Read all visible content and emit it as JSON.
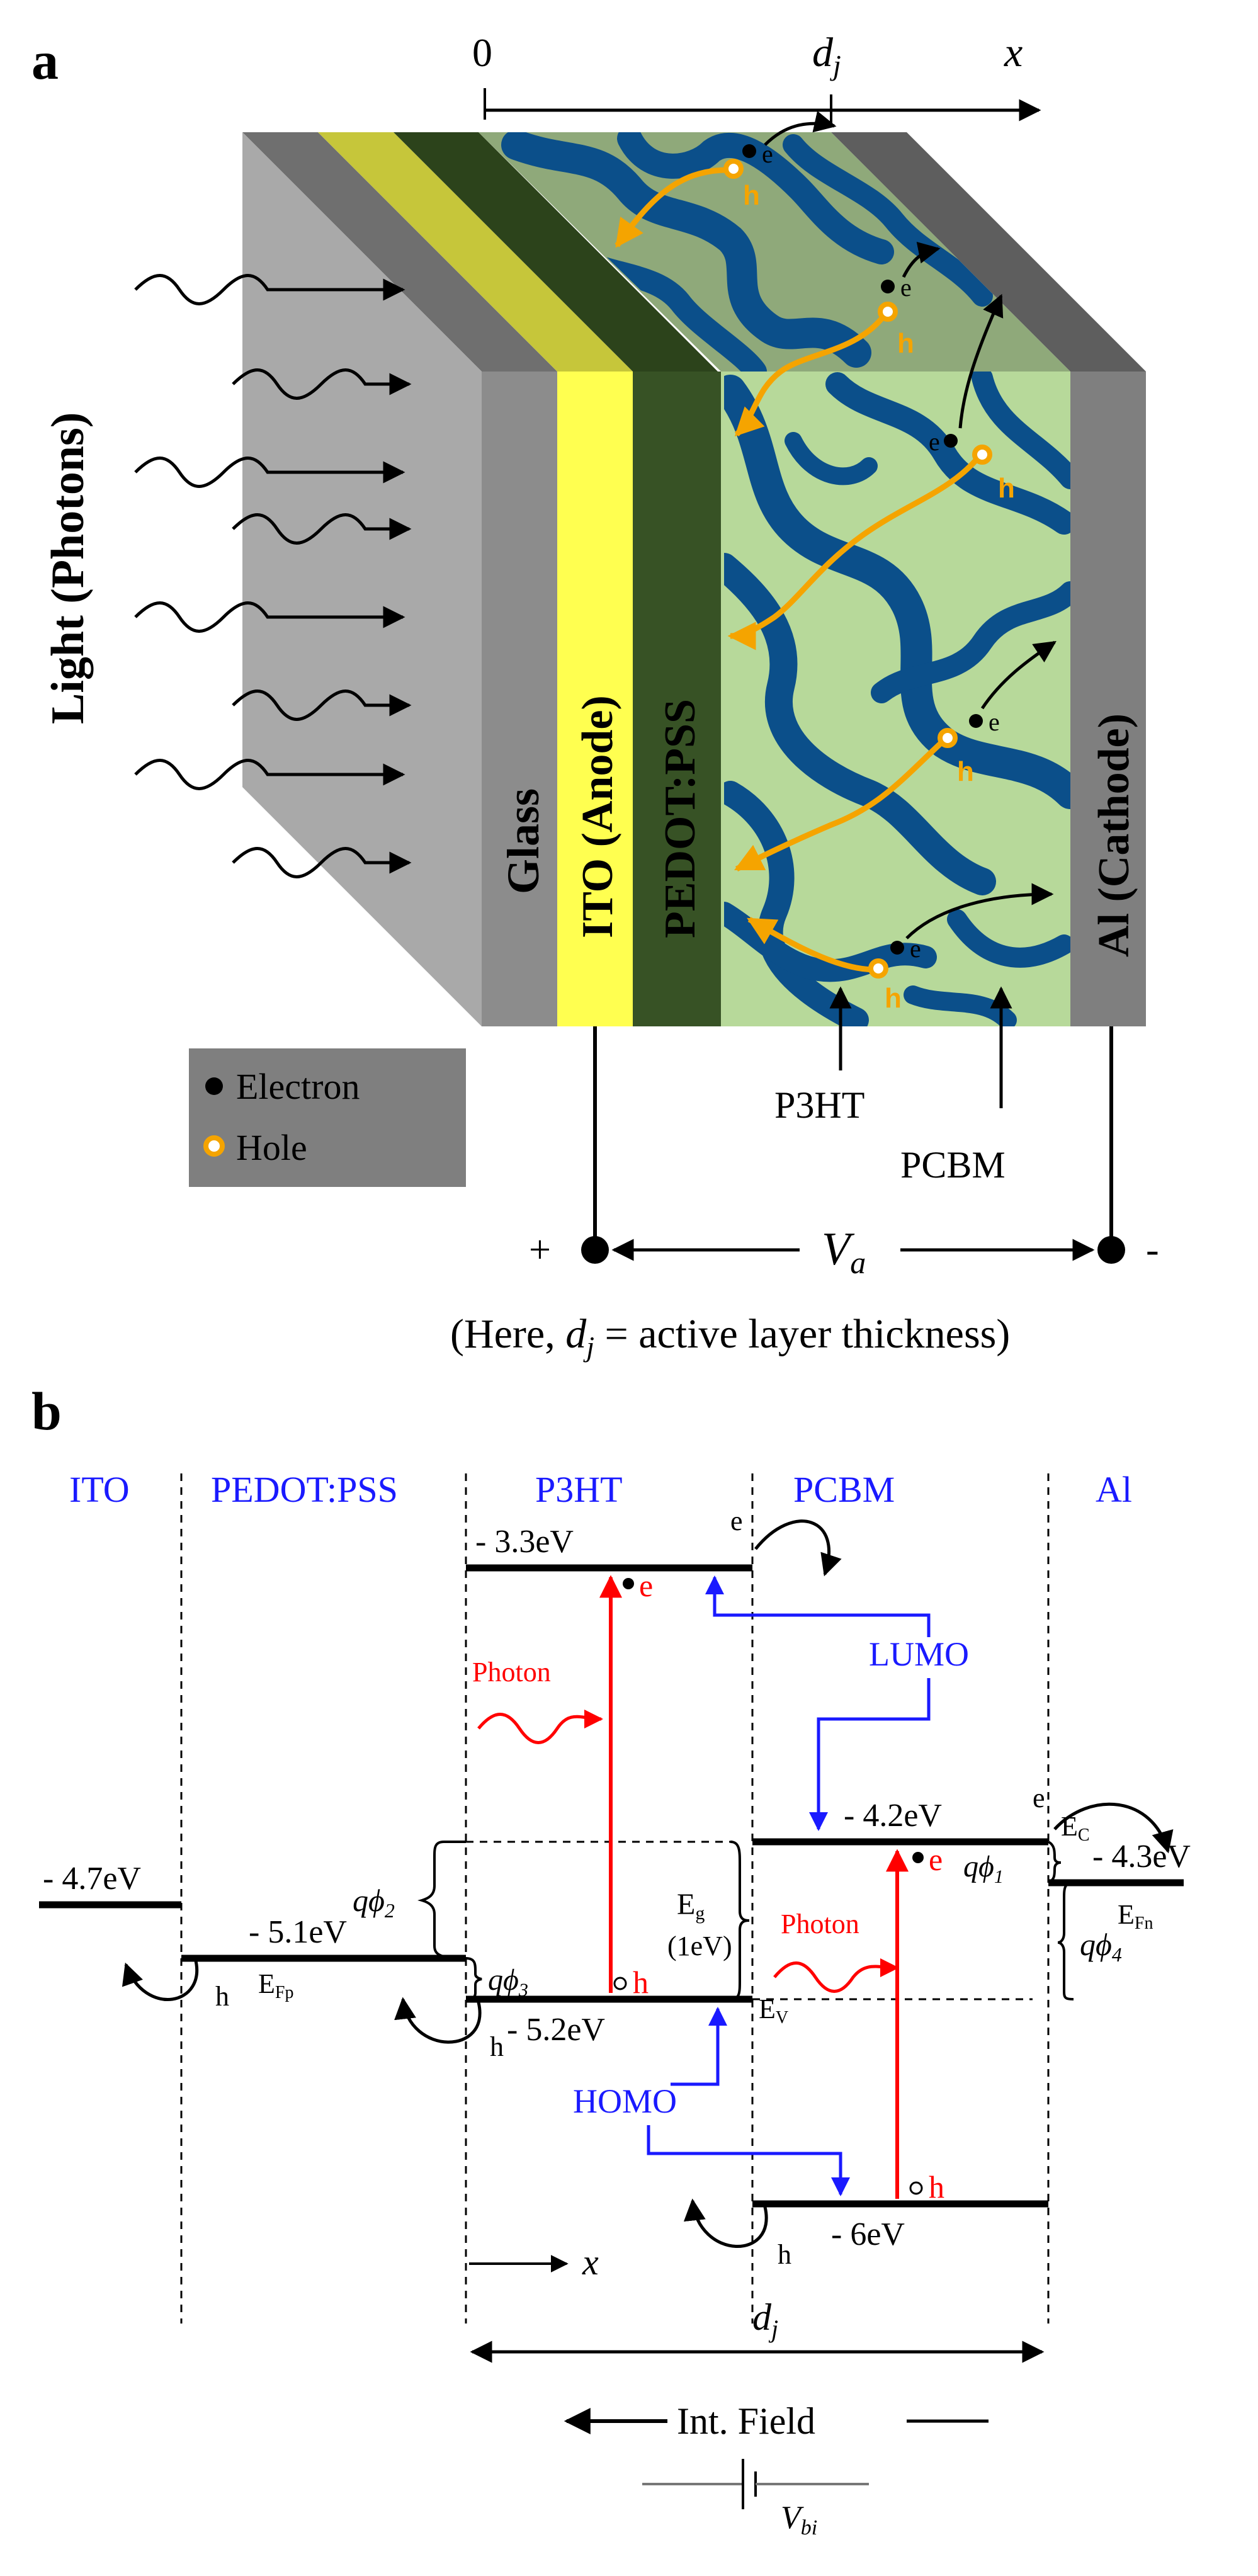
{
  "panel_a": {
    "label": "a",
    "axis": {
      "origin": "0",
      "dj": "d",
      "dj_sub": "j",
      "x": "x"
    },
    "light_label": "Light (Photons)",
    "layers": {
      "glass": "Glass",
      "ito": "ITO (Anode)",
      "pedot": "PEDOT:PSS",
      "al": "Al (Cathode)"
    },
    "carrier_e": "e",
    "carrier_h": "h",
    "legend": {
      "electron": "Electron",
      "hole": "Hole"
    },
    "pointer_p3ht": "P3HT",
    "pointer_pcbm": "PCBM",
    "voltage": {
      "plus": "+",
      "minus": "-",
      "va": "V",
      "va_sub": "a"
    },
    "note": {
      "prefix": "(Here, ",
      "dj": "d",
      "dj_sub": "j",
      "suffix": " = active layer thickness)"
    },
    "colors": {
      "glass": "#a6a6a6",
      "ito": "#ffff50",
      "pedot": "#375225",
      "active_bg": "#b7d99a",
      "p3ht": "#0b4f8a",
      "al": "#7f7f7f",
      "hole": "#f5a400"
    }
  },
  "panel_b": {
    "label": "b",
    "regions": [
      "ITO",
      "PEDOT:PSS",
      "P3HT",
      "PCBM",
      "Al"
    ],
    "levels": {
      "ito": "- 4.7eV",
      "pedot": "- 5.1eV",
      "p3ht_lumo": "- 3.3eV",
      "p3ht_homo": "- 5.2eV",
      "pcbm_lumo": "- 4.2eV",
      "pcbm_homo": "- 6eV",
      "al": "- 4.3eV"
    },
    "efp": {
      "main": "E",
      "sub": "Fp"
    },
    "efn": {
      "main": "E",
      "sub": "Fn"
    },
    "ec": {
      "main": "E",
      "sub": "C"
    },
    "ev": {
      "main": "E",
      "sub": "V"
    },
    "eg": {
      "main": "E",
      "sub": "g",
      "value": "(1eV)"
    },
    "phi": {
      "q": "q",
      "sym": "ϕ",
      "phi1": "1",
      "phi2": "2",
      "phi3": "3",
      "phi4": "4"
    },
    "photon": "Photon",
    "lumo": "LUMO",
    "homo": "HOMO",
    "e": "e",
    "h": "h",
    "x": "x",
    "dj": "d",
    "dj_sub": "j",
    "field": "Int. Field",
    "vbi": "V",
    "vbi_sub": "bi",
    "colors": {
      "label_blue": "#1a1aff",
      "photon_red": "#ff0000",
      "arrow_blue": "#1a1aff"
    }
  }
}
